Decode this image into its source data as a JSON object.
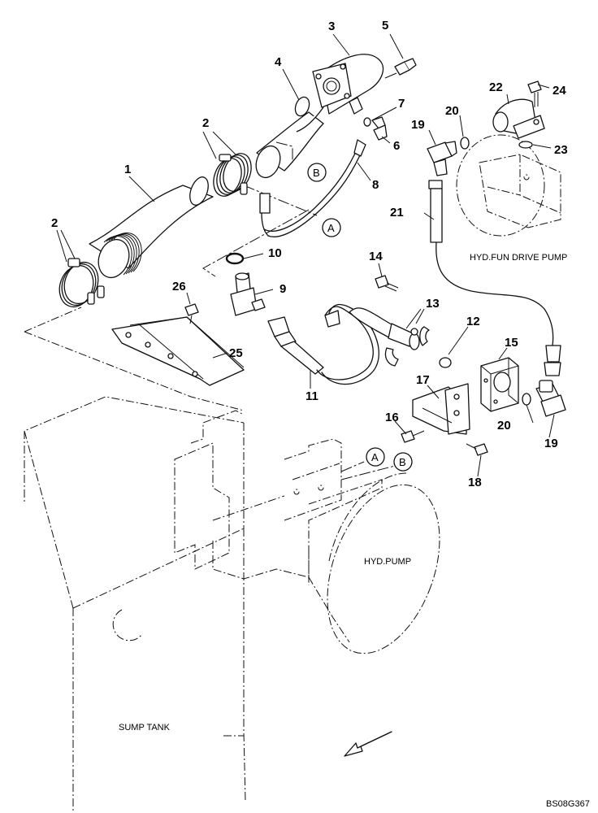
{
  "diagram": {
    "part_numbers": [
      "1",
      "2",
      "2",
      "3",
      "4",
      "5",
      "6",
      "7",
      "8",
      "9",
      "10",
      "11",
      "12",
      "13",
      "14",
      "15",
      "16",
      "17",
      "18",
      "19",
      "19",
      "20",
      "20",
      "21",
      "22",
      "23",
      "24",
      "25",
      "26"
    ],
    "labels": {
      "hyd_fun_drive_pump": "HYD.FUN DRIVE PUMP",
      "hyd_pump": "HYD.PUMP",
      "sump_tank": "SUMP TANK"
    },
    "connection_tags": [
      "A",
      "B",
      "A",
      "B"
    ],
    "drawing_code": "BS08G367"
  }
}
